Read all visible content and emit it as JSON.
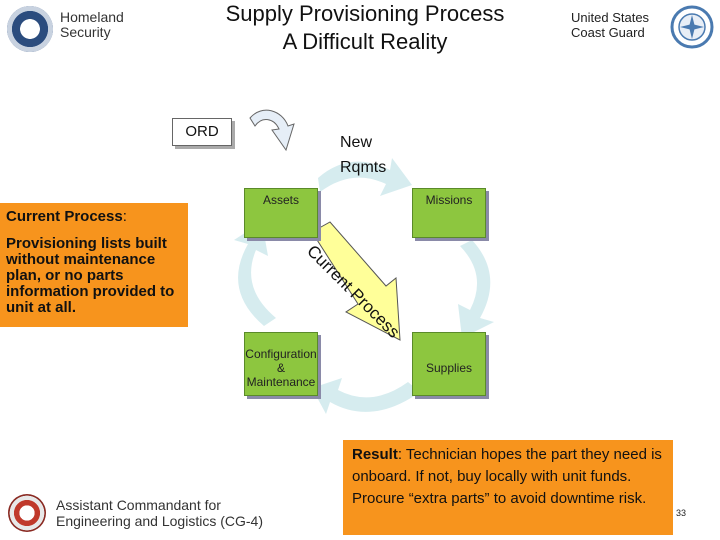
{
  "header": {
    "left_org_line1": "Homeland",
    "left_org_line2": "Security",
    "title_line1": "Supply Provisioning Process",
    "title_line2": "A Difficult Reality",
    "right_org_line1": "United States",
    "right_org_line2": "Coast Guard"
  },
  "diagram": {
    "ord_label": "ORD",
    "new_rqmts_line1": "New",
    "new_rqmts_line2": "Rqmts",
    "nodes": {
      "assets": "Assets",
      "missions": "Missions",
      "config_line1": "Configuration",
      "config_line2": "&",
      "config_line3": "Maintenance",
      "supplies": "Supplies"
    },
    "current_process_arrow_label": "Current Process"
  },
  "current_process": {
    "heading": "Current Process",
    "heading_colon": ":",
    "body": "Provisioning lists built without maintenance plan, or no parts information provided to unit at all."
  },
  "result": {
    "label": "Result",
    "text": ": Technician hopes the part they need is onboard. If not, buy locally with unit funds.  Procure “extra parts” to avoid downtime risk."
  },
  "footer": {
    "line1": "Assistant Commandant for",
    "line2": "Engineering and Logistics (CG-4)",
    "page_number": "33"
  },
  "colors": {
    "node_green": "#8dc63f",
    "callout_orange": "#f7941d",
    "cycle_arrow": "#d6ecef",
    "current_process_arrow": "#ffff99"
  }
}
